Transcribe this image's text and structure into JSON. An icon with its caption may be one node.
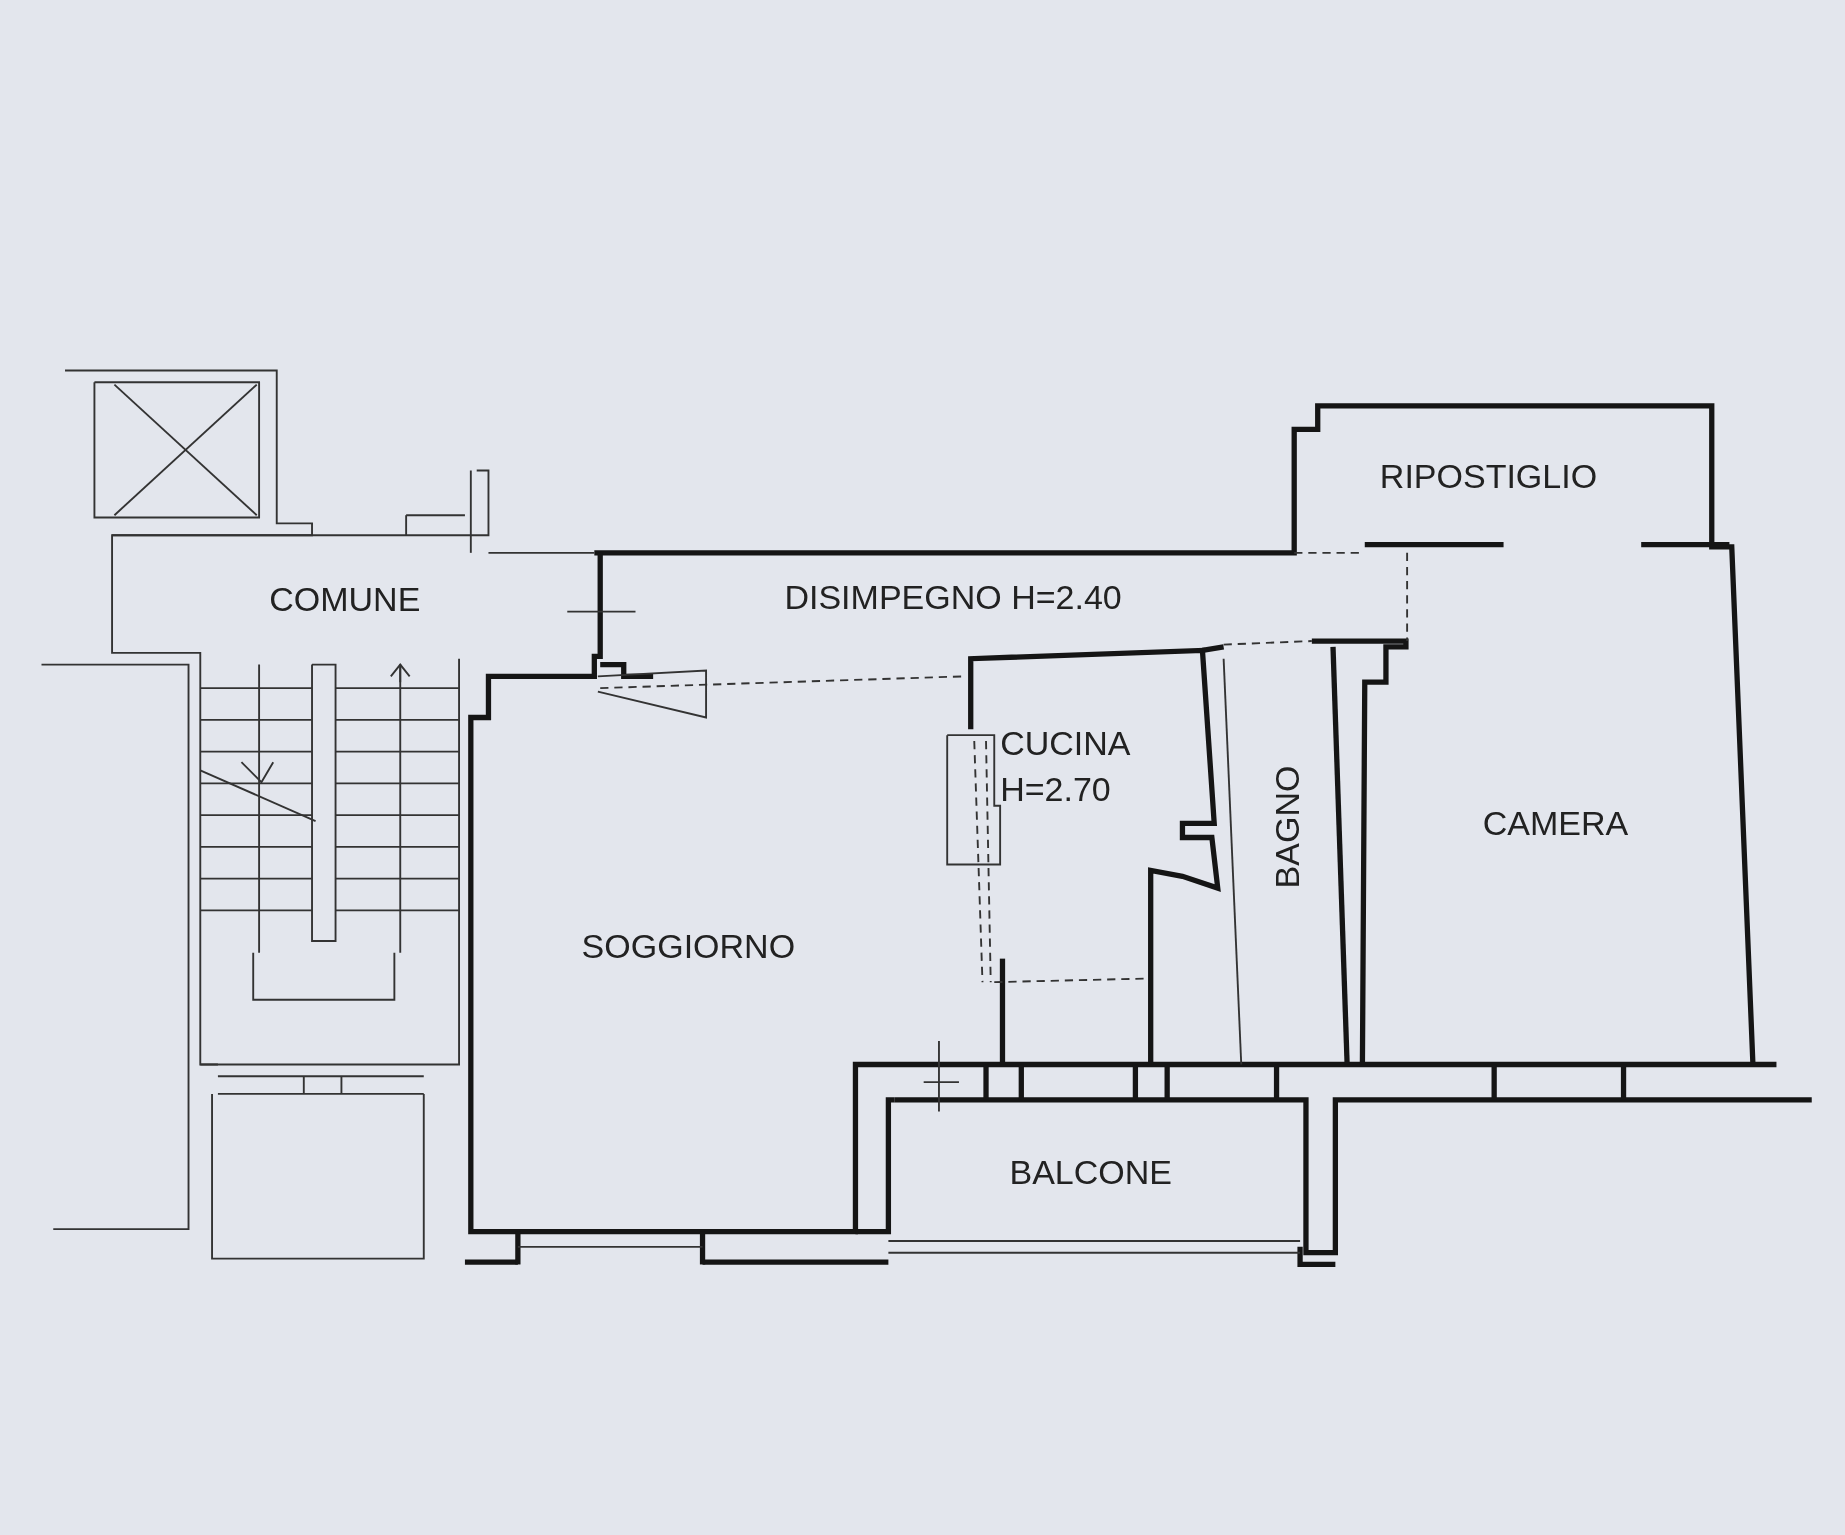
{
  "diagram": {
    "nodes": [
      {
        "text": [
          "RIPOSTIGLIO"
        ]
      },
      {
        "text": [
          "COMUNE"
        ]
      },
      {
        "text": [
          "DISIMPEGNO H=2.40"
        ]
      },
      {
        "text": [
          "CUCINA H=2.70"
        ]
      },
      {
        "text": [
          "BAGNO"
        ]
      },
      {
        "text": [
          "CAMERA"
        ]
      },
      {
        "text": [
          "SOGGIORNO"
        ]
      },
      {
        "text": [
          "BALCONE"
        ]
      }
    ]
  }
}
